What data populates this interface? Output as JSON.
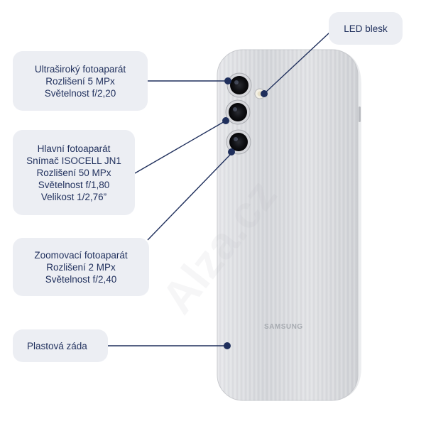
{
  "labels": {
    "led": {
      "lines": [
        "LED blesk"
      ]
    },
    "ultrawide": {
      "lines": [
        "Ultraširoký fotoaparát",
        "Rozlišení 5 MPx",
        "Světelnost f/2,20"
      ]
    },
    "main": {
      "lines": [
        "Hlavní fotoaparát",
        "Snímač ISOCELL JN1",
        "Rozlišení 50 MPx",
        "Světelnost f/1,80",
        "Velikost 1/2,76”"
      ]
    },
    "zoom": {
      "lines": [
        "Zoomovací fotoaparát",
        "Rozlišení 2 MPx",
        "Světelnost f/2,40"
      ]
    },
    "back": {
      "lines": [
        "Plastová záda"
      ]
    }
  },
  "phone": {
    "brand": "SAMSUNG",
    "watermark": "Alza.cz"
  },
  "colors": {
    "label_bg": "#eceef3",
    "label_text": "#1f2f5c",
    "leader_line": "#1f2f5c",
    "body_silver": "#dcdde1"
  }
}
